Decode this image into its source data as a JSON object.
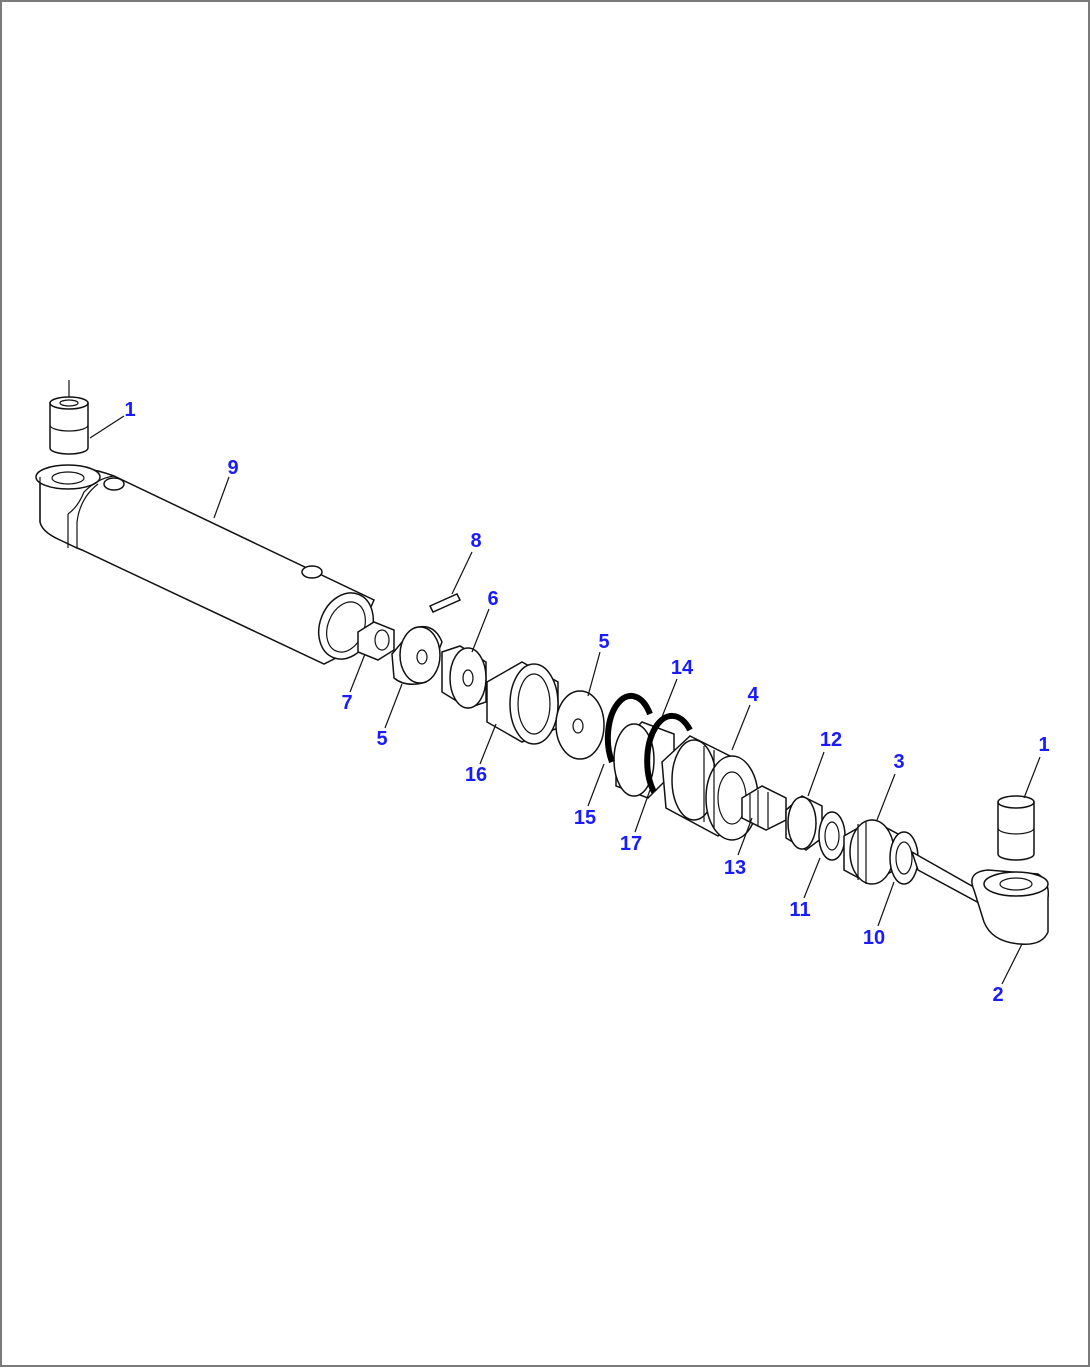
{
  "colors": {
    "callout": "#1a1aff",
    "line": "#111111",
    "frame": "#7a7a7a",
    "background": "#ffffff"
  },
  "callouts": {
    "c1_top": "1",
    "c9": "9",
    "c8": "8",
    "c6": "6",
    "c5_right": "5",
    "c14": "14",
    "c4": "4",
    "c12": "12",
    "c3": "3",
    "c1_right": "1",
    "c7": "7",
    "c5_left": "5",
    "c16": "16",
    "c15": "15",
    "c17": "17",
    "c13": "13",
    "c11": "11",
    "c10": "10",
    "c2": "2"
  }
}
